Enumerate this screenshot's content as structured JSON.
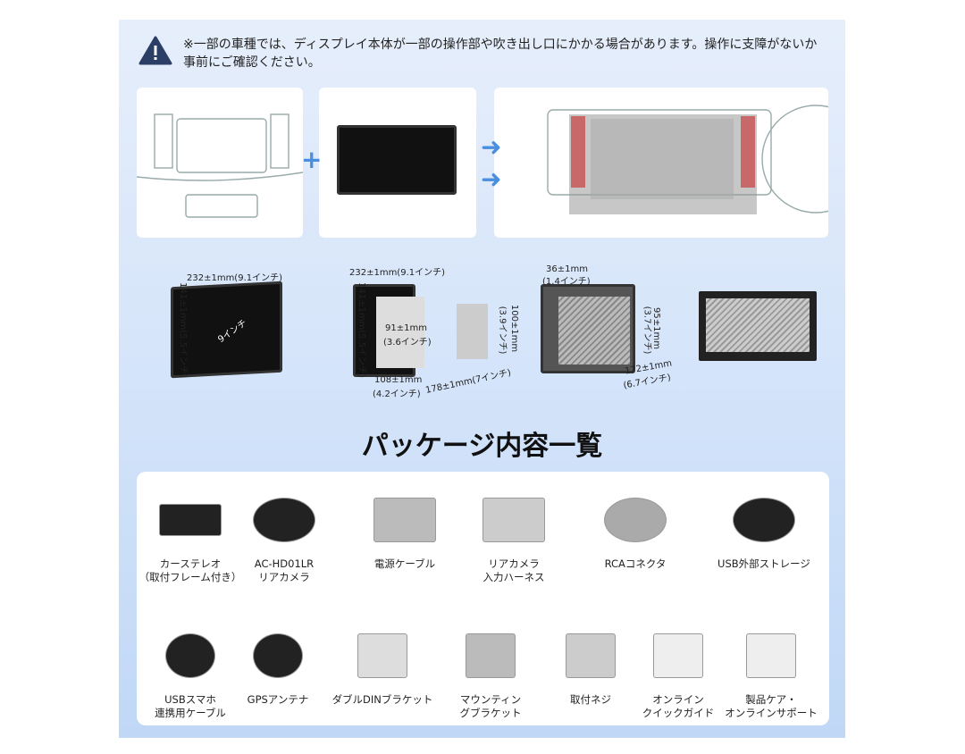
{
  "notice": {
    "icon": "warning-triangle-icon",
    "text": "※一部の車種では、ディスプレイ本体が一部の操作部や吹き出し口にかかる場合があります。操作に支障がないか事前にご確認ください。"
  },
  "install": {
    "plus_icon": "plus-icon",
    "arrow_icon": "arrow-right-icon"
  },
  "dimensions": {
    "front": {
      "width": "232±1mm(9.1インチ)",
      "height": "141±1mm(5.5インチ)",
      "diagonal": "9インチ"
    },
    "side": {
      "width": "232±1mm(9.1インチ)",
      "height": "141±1mm(5.5インチ)",
      "inner": "91±1mm",
      "inner2": "(3.6インチ)",
      "depth_h": "100±1mm",
      "depth_h2": "(3.9インチ)",
      "bottom1": "108±1mm",
      "bottom1b": "(4.2インチ)",
      "bottom2": "178±1mm(7インチ)"
    },
    "back": {
      "top": "36±1mm",
      "top2": "(1.4インチ)",
      "right": "95±1mm",
      "right2": "(3.7インチ)",
      "bottom": "172±1mm",
      "bottom2": "(6.7インチ)"
    }
  },
  "package": {
    "title": "パッケージ内容一覧",
    "items": [
      {
        "l1": "カーステレオ",
        "l2": "（取付フレーム付き）"
      },
      {
        "l1": "AC-HD01LR",
        "l2": "リアカメラ"
      },
      {
        "l1": "電源ケーブル",
        "l2": ""
      },
      {
        "l1": "リアカメラ",
        "l2": "入力ハーネス"
      },
      {
        "l1": "RCAコネクタ",
        "l2": ""
      },
      {
        "l1": "USB外部ストレージ",
        "l2": ""
      },
      {
        "l1": "USBスマホ",
        "l2": "連携用ケーブル"
      },
      {
        "l1": "GPSアンテナ",
        "l2": ""
      },
      {
        "l1": "ダブルDINブラケット",
        "l2": ""
      },
      {
        "l1": "マウンティン",
        "l2": "グブラケット"
      },
      {
        "l1": "取付ネジ",
        "l2": ""
      },
      {
        "l1": "オンライン",
        "l2": "クイックガイド"
      },
      {
        "l1": "製品ケア・",
        "l2": "オンラインサポート"
      }
    ]
  }
}
